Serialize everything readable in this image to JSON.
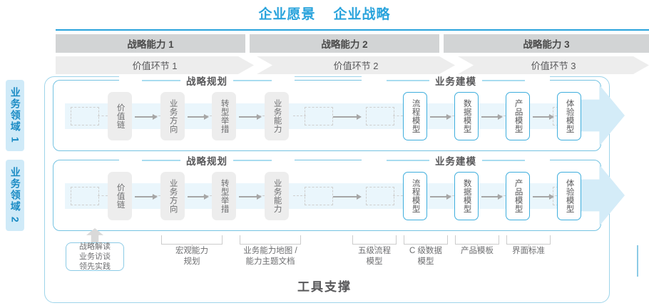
{
  "header": {
    "title": "企业愿景    企业战略",
    "accent_color": "#29a3dc",
    "capabilities": [
      {
        "label": "战略能力 1"
      },
      {
        "label": "战略能力 2"
      },
      {
        "label": "战略能力 3"
      }
    ],
    "value_links": [
      {
        "label": "价值环节 1"
      },
      {
        "label": "价值环节 2"
      },
      {
        "label": "价值环节 3"
      }
    ]
  },
  "domains": [
    {
      "label": "业务领域 1"
    },
    {
      "label": "业务领域 2"
    }
  ],
  "sections": [
    {
      "label": "战略规划"
    },
    {
      "label": "业务建模"
    }
  ],
  "nodes": {
    "planning": [
      {
        "label": "价值链",
        "style": "gray"
      },
      {
        "label": "业务方向",
        "style": "gray"
      },
      {
        "label": "转型举措",
        "style": "gray"
      },
      {
        "label": "业务能力",
        "style": "gray"
      }
    ],
    "modeling": [
      {
        "label": "流程模型",
        "style": "blue"
      },
      {
        "label": "数据模型",
        "style": "blue"
      },
      {
        "label": "产品模型",
        "style": "blue"
      },
      {
        "label": "体验模型",
        "style": "blue"
      }
    ]
  },
  "tool_support": {
    "caption": "工具支撑",
    "boxed_item": "战略解读\n业务访谈\n领先实践",
    "items": [
      {
        "label": "宏观能力\n规划"
      },
      {
        "label": "业务能力地图 /\n能力主题文档"
      },
      {
        "label": "五级流程\n模型"
      },
      {
        "label": "C 级数据\n模型"
      },
      {
        "label": "产品模板"
      },
      {
        "label": "界面标准"
      }
    ]
  }
}
